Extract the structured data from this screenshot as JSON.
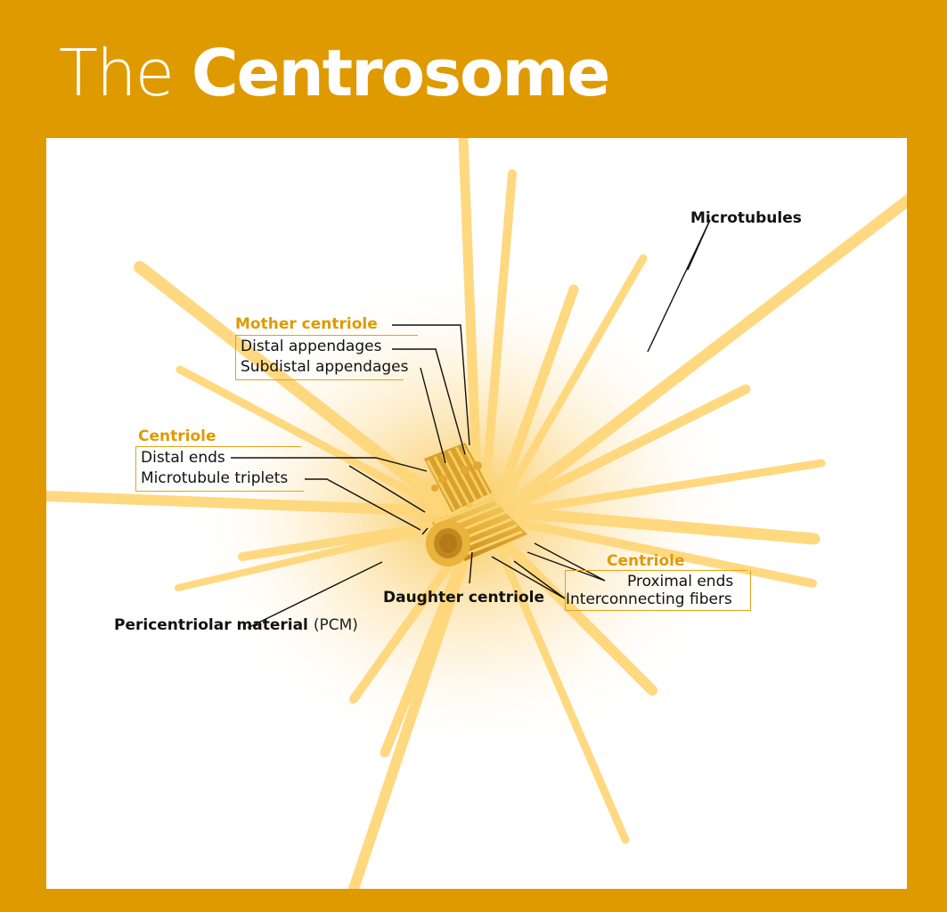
{
  "title": {
    "light": "The",
    "bold": "Centrosome"
  },
  "labels": {
    "microtubules": "Microtubules",
    "mother_centriole": "Mother centriole",
    "distal_appendages": "Distal appendages",
    "subdistal_appendages": "Subdistal appendages",
    "centriole_left": "Centriole",
    "distal_ends": "Distal ends",
    "microtubule_triplets": "Microtubule triplets",
    "centriole_right": "Centriole",
    "proximal_ends": "Proximal ends",
    "interconnecting_fibers": "Interconnecting fibers",
    "daughter_centriole": "Daughter centriole",
    "pcm_name": "Pericentriolar material",
    "pcm_abbr": "(PCM)"
  },
  "colors": {
    "background": "#DF9A00",
    "panel": "#FFFFFF",
    "microtubule": "#FFD77A",
    "centriole": "#E8B33A",
    "heading": "#DF9A00",
    "leader": "#111111"
  }
}
